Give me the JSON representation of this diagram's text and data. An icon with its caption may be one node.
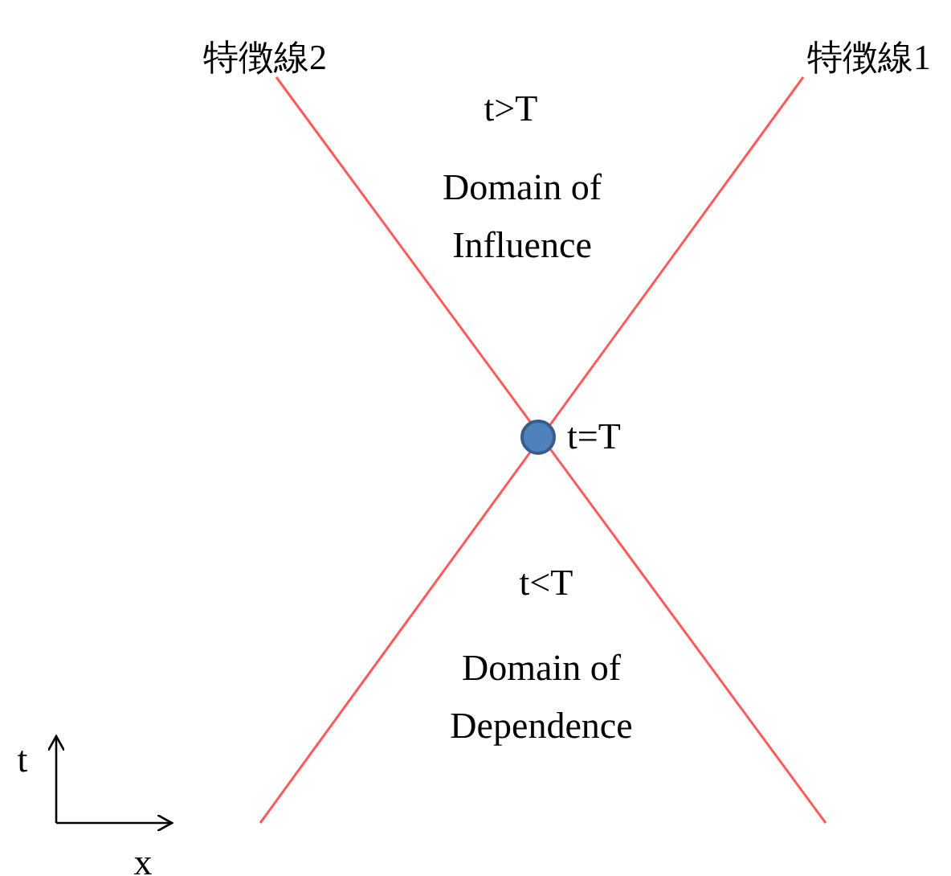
{
  "diagram": {
    "nodes": [
      {
        "text": [],
        "shape": "circle",
        "beside": [
          "t=T"
        ]
      }
    ],
    "labels": [
      "特徴線2",
      "特徴線1",
      "t>T",
      "Domain of Influence",
      "t<T",
      "Domain of Dependence",
      "t",
      "x"
    ]
  }
}
